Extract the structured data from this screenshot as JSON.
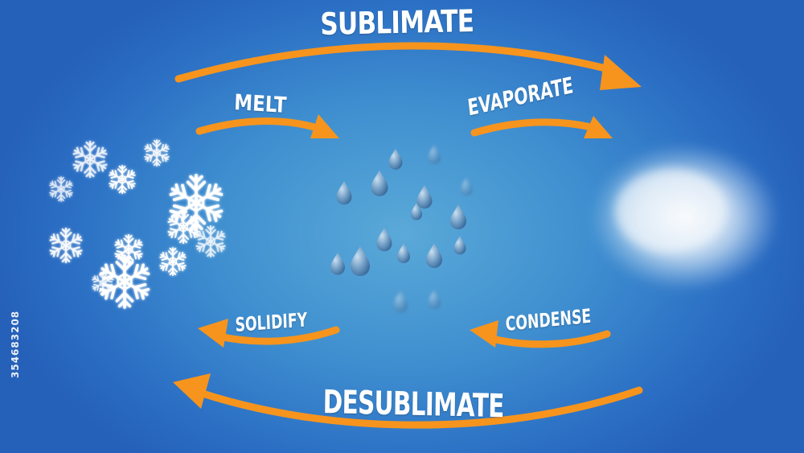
{
  "labels": {
    "sublimate": "SUBLIMATE",
    "melt": "MELT",
    "evaporate": "EVAPORATE",
    "solidify": "SOLIDIFY",
    "condense": "CONDENSE",
    "desublimate": "DESUBLIMATE"
  },
  "watermark": {
    "id": "354683208"
  },
  "colors": {
    "arrow": "#f7941d",
    "text": "#ffffff",
    "background_center": "#5aa9d8",
    "background_edge": "#2560b9",
    "drop": "#6f9cc4",
    "snowflake": "#ffffff"
  },
  "icons": {
    "solid": "snowflake-icon",
    "liquid": "water-drop-icon",
    "gas": "vapor-cloud-icon"
  }
}
